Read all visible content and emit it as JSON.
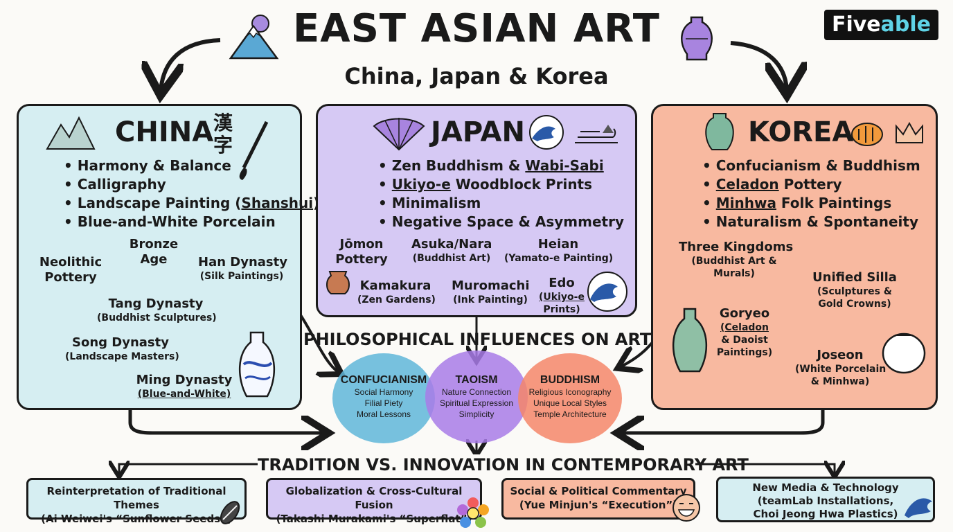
{
  "header": {
    "title": "EAST ASIAN ART",
    "subtitle": "China, Japan & Korea",
    "logo_part1": "Five",
    "logo_part2": "able"
  },
  "china": {
    "title": "CHINA",
    "glyphs": "漢字",
    "bullets": [
      "Harmony & Balance",
      "Calligraphy",
      "Landscape Painting (",
      "Shanshui",
      ")",
      "Blue-and-White Porcelain"
    ],
    "timeline": {
      "neolithic": [
        "Neolithic",
        "Pottery"
      ],
      "bronze": [
        "Bronze",
        "Age"
      ],
      "han": [
        "Han Dynasty",
        "(Silk Paintings)"
      ],
      "tang": [
        "Tang Dynasty",
        "(Buddhist Sculptures)"
      ],
      "song": [
        "Song Dynasty",
        "(Landscape Masters)"
      ],
      "ming": [
        "Ming Dynasty",
        "(Blue-and-White)"
      ]
    }
  },
  "japan": {
    "title": "JAPAN",
    "bullets": [
      "Zen Buddhism & ",
      "Wabi-Sabi",
      "Ukiyo-e",
      " Woodblock Prints",
      "Minimalism",
      "Negative Space & Asymmetry"
    ],
    "timeline": {
      "jomon": [
        "Jōmon",
        "Pottery"
      ],
      "asuka": [
        "Asuka/Nara",
        "(Buddhist Art)"
      ],
      "heian": [
        "Heian",
        "(Yamato-e Painting)"
      ],
      "kamakura": [
        "Kamakura",
        "(Zen Gardens)"
      ],
      "muromachi": [
        "Muromachi",
        "(Ink Painting)"
      ],
      "edo": [
        "Edo",
        "(Ukiyo-e",
        "Prints)"
      ]
    }
  },
  "korea": {
    "title": "KOREA",
    "bullets": [
      "Confucianism & Buddhism",
      "Celadon",
      " Pottery",
      "Minhwa",
      " Folk Paintings",
      "Naturalism & Spontaneity"
    ],
    "timeline": {
      "three": [
        "Three Kingdoms",
        "(Buddhist Art &",
        "Murals)"
      ],
      "silla": [
        "Unified Silla",
        "(Sculptures &",
        "Gold Crowns)"
      ],
      "goryeo": [
        "Goryeo",
        "(Celadon",
        "& Daoist",
        "Paintings)"
      ],
      "joseon": [
        "Joseon",
        "(White Porcelain",
        "& Minhwa)"
      ]
    }
  },
  "philosophy": {
    "heading": "PHILOSOPHICAL INFLUENCES ON ART",
    "confucianism": {
      "title": "CONFUCIANISM",
      "items": [
        "Social Harmony",
        "Filial Piety",
        "Moral Lessons"
      ]
    },
    "taoism": {
      "title": "TAOISM",
      "items": [
        "Nature Connection",
        "Spiritual Expression",
        "Simplicity"
      ]
    },
    "buddhism": {
      "title": "BUDDHISM",
      "items": [
        "Religious Iconography",
        "Unique Local Styles",
        "Temple Architecture"
      ]
    }
  },
  "contemporary": {
    "heading": "TRADITION VS. INNOVATION IN CONTEMPORARY ART",
    "boxes": [
      {
        "line1": "Reinterpretation of Traditional Themes",
        "line2": "(Ai Weiwei's “Sunflower Seeds”)"
      },
      {
        "line1": "Globalization & Cross-Cultural Fusion",
        "line2": "(Takashi Murakami's “Superflat”)"
      },
      {
        "line1": "Social & Political Commentary",
        "line2": "(Yue Minjun's “Execution”)"
      },
      {
        "line1": "New Media & Technology",
        "line2": "(teamLab Installations,",
        "line3": "Choi Jeong Hwa Plastics)"
      }
    ]
  },
  "colors": {
    "china_bg": "#d6eef2",
    "japan_bg": "#d6c9f4",
    "korea_bg": "#f8b9a0",
    "confucianism": "#5fb6d9",
    "taoism": "#a87be8",
    "buddhism": "#f4866a"
  }
}
